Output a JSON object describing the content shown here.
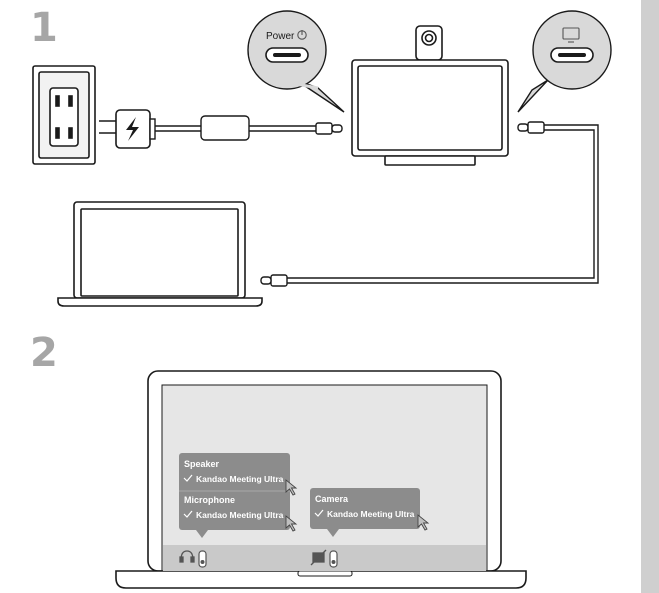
{
  "steps": {
    "step1": "1",
    "step2": "2"
  },
  "power_bubble": {
    "label": "Power"
  },
  "popups": {
    "speaker": {
      "title": "Speaker",
      "device": "Kandao Meeting Ultra"
    },
    "microphone": {
      "title": "Microphone",
      "device": "Kandao Meeting Ultra"
    },
    "camera": {
      "title": "Camera",
      "device": "Kandao Meeting Ultra"
    }
  },
  "icons": {
    "power": "power-icon",
    "display": "monitor-icon",
    "adapter": "lightning-icon",
    "checkmark": "check-icon",
    "cursor": "arrow-cursor-icon",
    "speaker_mic": "headset-icon",
    "camera_off": "camera-off-icon"
  },
  "colors": {
    "line": "#1a1a1a",
    "step_number": "#a6a6a6",
    "popup_bg": "#8c8c8c",
    "screen_bg": "#e6e6e6",
    "taskbar_bg": "#c9c9c9",
    "bubble_bg": "#d9d9d9",
    "right_bar": "#cfcfcf"
  }
}
